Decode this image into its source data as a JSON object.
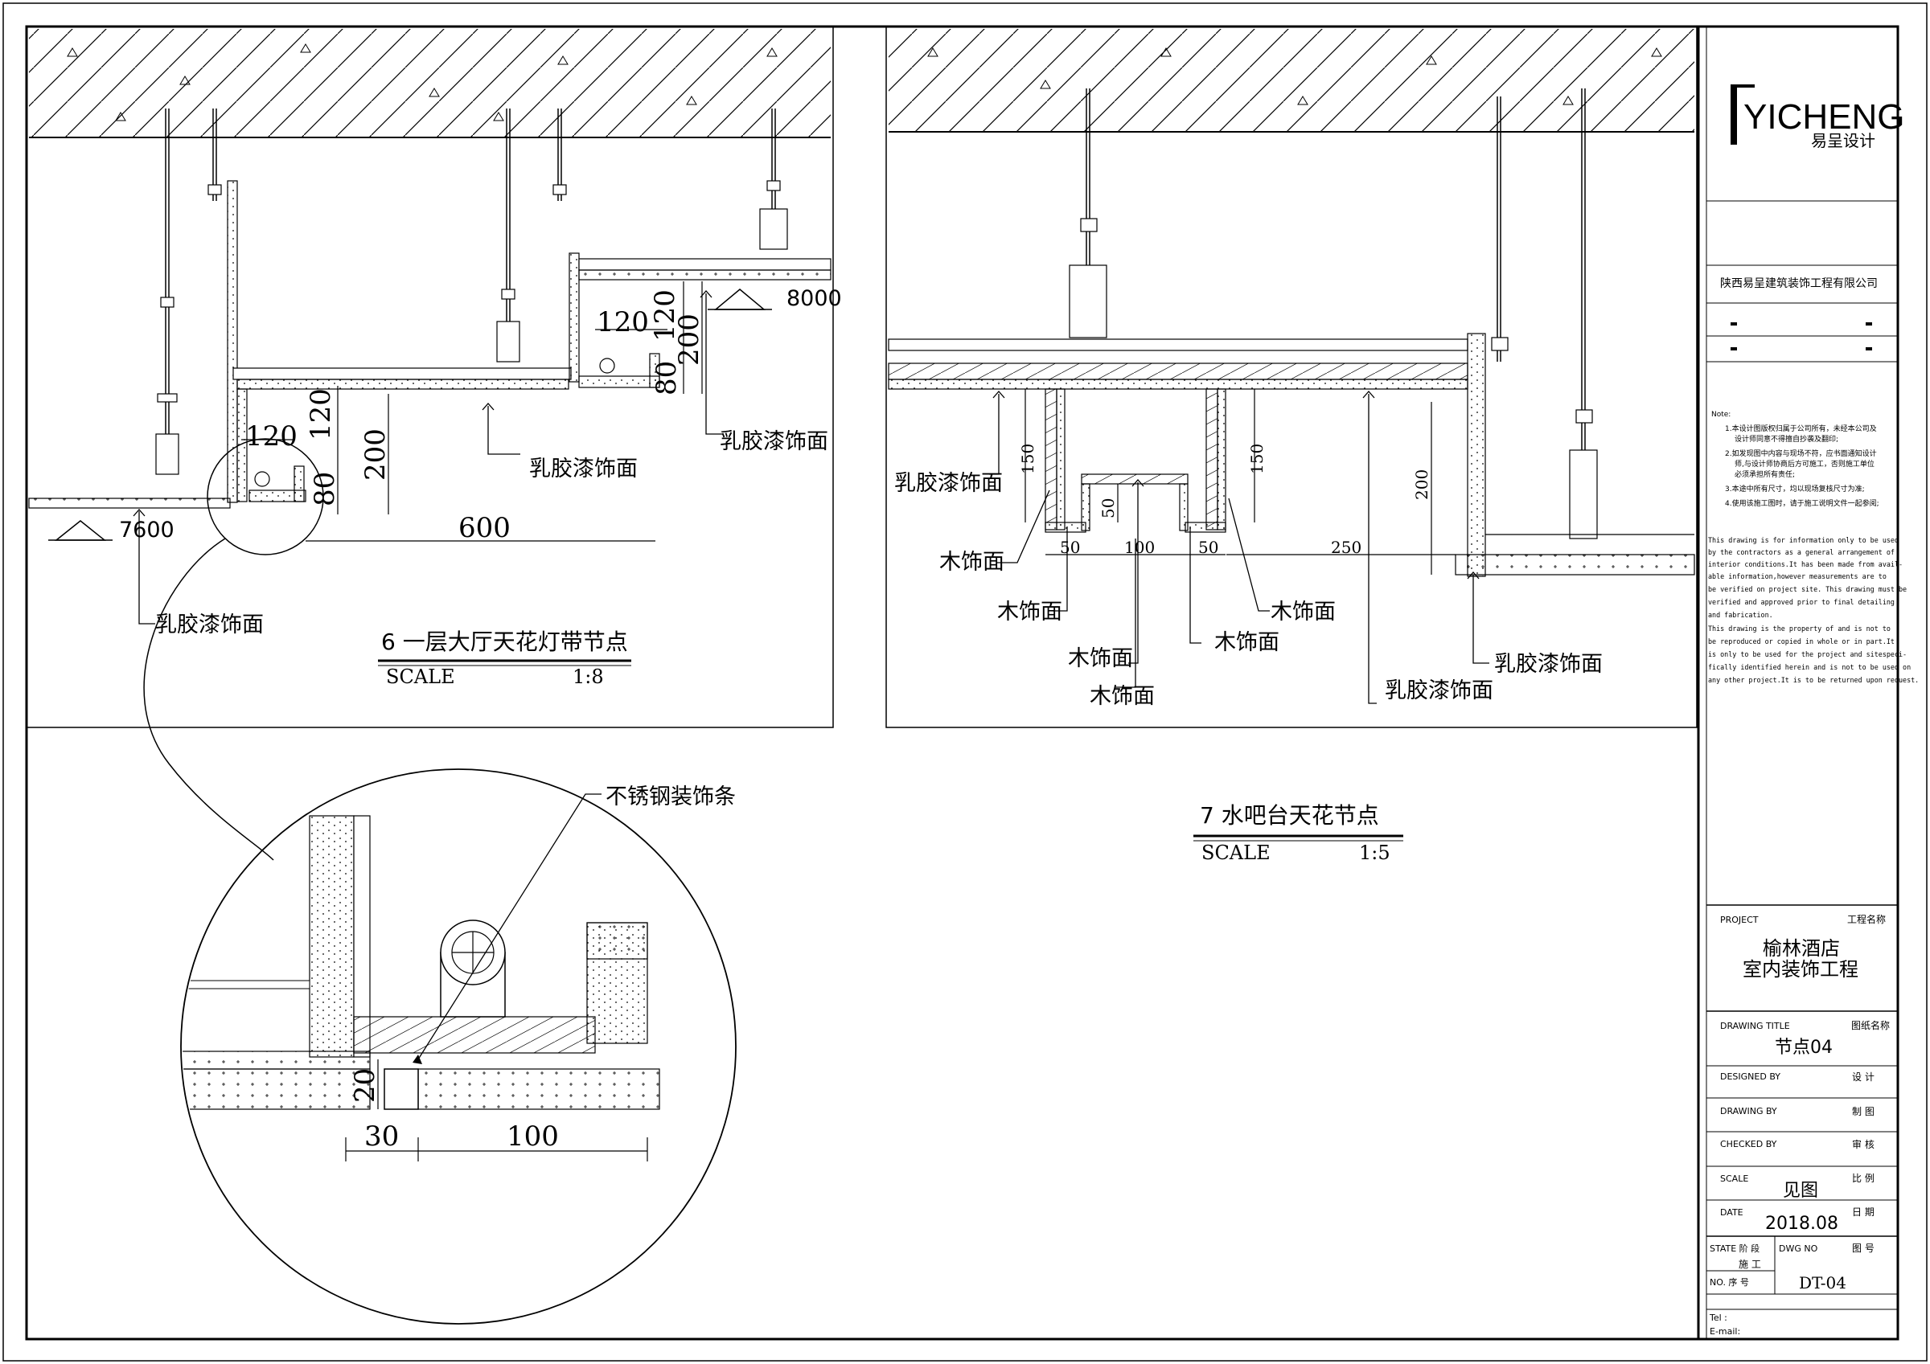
{
  "title_block": {
    "logo_text": "YICHENG",
    "logo_sub": "易呈设计",
    "company": "陕西易呈建筑装饰工程有限公司",
    "note_title": "Note:",
    "notes_cn": [
      "1.本设计图版权归属于公司所有，未经本公司及",
      "设计师同意不得擅自抄袭及翻印;",
      "2.如发现图中内容与现场不符，应书面通知设计",
      "师,与设计师协商后方可施工，否则施工单位",
      "必须承担所有责任;",
      "3.本途中所有尺寸，均以现场复核尺寸为准;",
      "4.使用该施工图时，请于施工说明文件一起参阅;"
    ],
    "notes_en": [
      "This drawing is for information only to be used",
      "by the contractors as a general arrangement of",
      "interior conditions.It has been made from avail-",
      "able  information,however measurements are to",
      "be verified on project site. This drawing must be",
      "verified and approved prior to final detailing",
      "and fabrication.",
      "  This drawing is the property of and is not to",
      "be reproduced or copied in whole or in part.It",
      "is only to be used for the project  and sitespeci-",
      "fically  identified herein and is not to be used on",
      "any other project.It is to be returned upon request."
    ],
    "project_label": "PROJECT",
    "project_label_cn": "工程名称",
    "project_name_1": "榆林酒店",
    "project_name_2": "室内装饰工程",
    "drawing_title_label": "DRAWING TITLE",
    "drawing_title_label_cn": "图纸名称",
    "drawing_title": "节点04",
    "designed_by_label": "DESIGNED  BY",
    "designed_by_cn": "设    计",
    "drawing_by_label": "DRAWING  BY",
    "drawing_by_cn": "制    图",
    "checked_by_label": "CHECKED  BY",
    "checked_by_cn": "审    核",
    "scale_label": "SCALE",
    "scale_cn": "比    例",
    "scale_value": "见图",
    "date_label": "DATE",
    "date_cn": "日    期",
    "date_value": "2018.08",
    "state_label": "STATE 阶    段",
    "state_value": "施    工",
    "dwg_no_label": "DWG NO",
    "dwg_no_cn": "图    号",
    "no_label": "NO.  序    号",
    "dwg_no": "DT-04",
    "tel_label": "Tel :",
    "email_label": "E-mail:"
  },
  "detail6": {
    "title": "6  一层大厅天花灯带节点",
    "scale_label": "SCALE",
    "scale_value": "1:8",
    "elev_left": "7600",
    "elev_right": "8000",
    "dims": {
      "d120a": "120",
      "d120b": "120",
      "d80": "80",
      "d200": "200",
      "d600": "600",
      "d120c": "120",
      "d120d": "120",
      "d80b": "80",
      "d200b": "200"
    },
    "labels": {
      "paint_1": "乳胶漆饰面",
      "paint_2": "乳胶漆饰面",
      "paint_3": "乳胶漆饰面"
    }
  },
  "detail7": {
    "title": "7   水吧台天花节点",
    "scale_label": "SCALE",
    "scale_value": "1:5",
    "dims": {
      "d150a": "150",
      "d150b": "150",
      "d50a": "50",
      "d50b": "50",
      "d50c": "50",
      "d100": "100",
      "d250": "250",
      "d200": "200"
    },
    "labels": {
      "paint_left": "乳胶漆饰面",
      "paint_mid": "乳胶漆饰面",
      "paint_right": "乳胶漆饰面",
      "wood_1": "木饰面",
      "wood_2": "木饰面",
      "wood_3": "木饰面",
      "wood_4": "木饰面",
      "wood_5": "木饰面",
      "wood_6": "木饰面"
    }
  },
  "enlarged": {
    "label": "不锈钢装饰条",
    "dim_20": "20",
    "dim_30": "30",
    "dim_100": "100"
  }
}
